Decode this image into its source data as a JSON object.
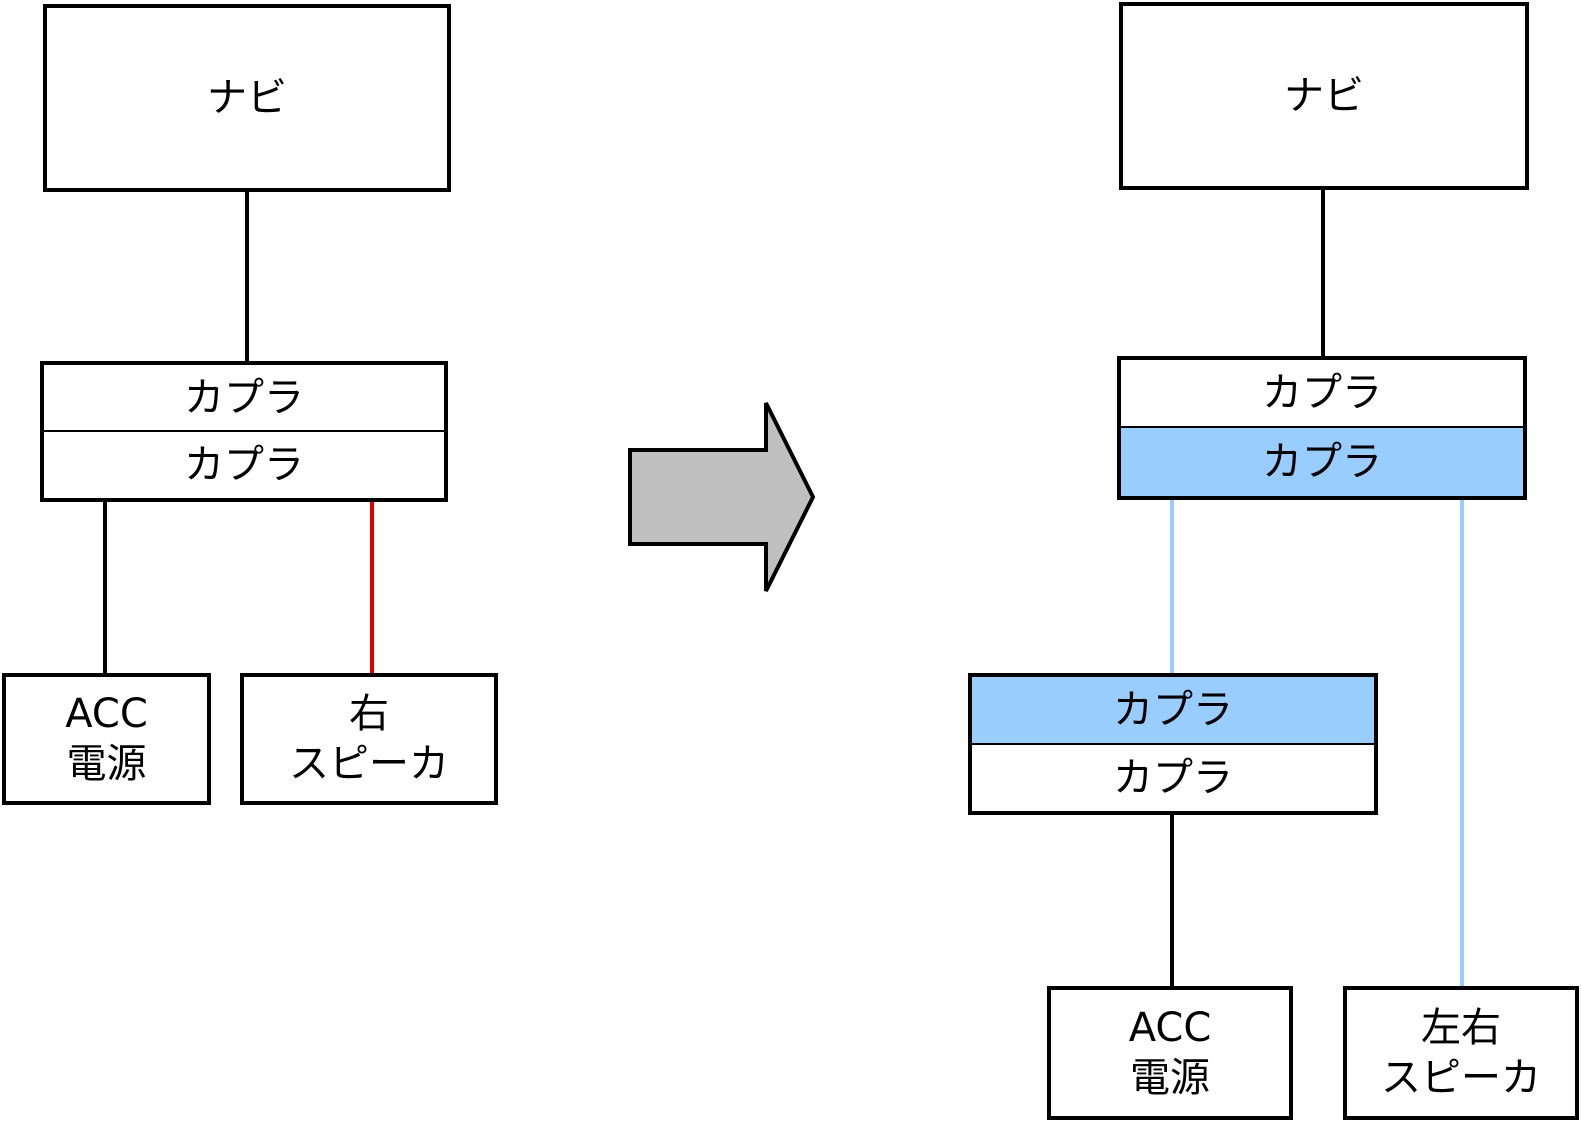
{
  "colors": {
    "line": "#000000",
    "before_speaker_wire": "#e00000",
    "after_new_wire": "#99ccff",
    "highlight_fill": "#99ccff",
    "arrow_fill": "#c0c0c0"
  },
  "before": {
    "navi": "ナビ",
    "coupler_top": "カプラ",
    "coupler_bottom": "カプラ",
    "acc_line1": "ACC",
    "acc_line2": "電源",
    "speaker_line1": "右",
    "speaker_line2": "スピーカ"
  },
  "arrow": {
    "icon": "right-arrow-icon"
  },
  "after": {
    "navi": "ナビ",
    "coupler_top": "カプラ",
    "coupler_bottom_new": "カプラ",
    "branch_coupler_new": "カプラ",
    "branch_coupler": "カプラ",
    "acc_line1": "ACC",
    "acc_line2": "電源",
    "speaker_line1": "左右",
    "speaker_line2": "スピーカ"
  }
}
